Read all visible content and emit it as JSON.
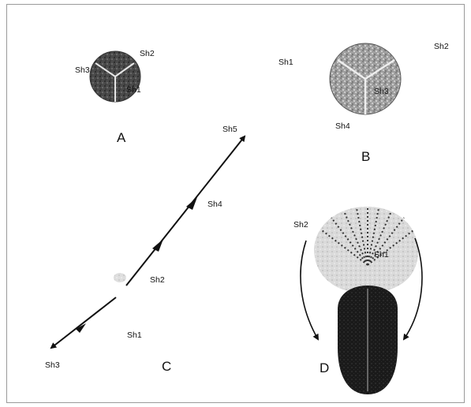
{
  "figure": {
    "panels": {
      "a": {
        "letter": "A",
        "labels": {
          "sh1": "Sh1",
          "sh2": "Sh2",
          "sh3": "Sh3"
        }
      },
      "b": {
        "letter": "B",
        "labels": {
          "sh1": "Sh1",
          "sh2": "Sh2",
          "sh3": "Sh3",
          "sh4": "Sh4"
        }
      },
      "c": {
        "letter": "C",
        "labels": {
          "sh1": "Sh1",
          "sh2": "Sh2",
          "sh3": "Sh3",
          "sh4": "Sh4",
          "sh5": "Sh5"
        }
      },
      "d": {
        "letter": "D",
        "labels": {
          "sh1": "Sh1",
          "sh2": "Sh2"
        }
      }
    },
    "colors": {
      "ink": "#111111",
      "dark_fill": "#1c1c1c",
      "mid_fill": "#6a6a6a",
      "light_fill": "#c9c9c9",
      "frame": "#9a9a9a"
    }
  }
}
